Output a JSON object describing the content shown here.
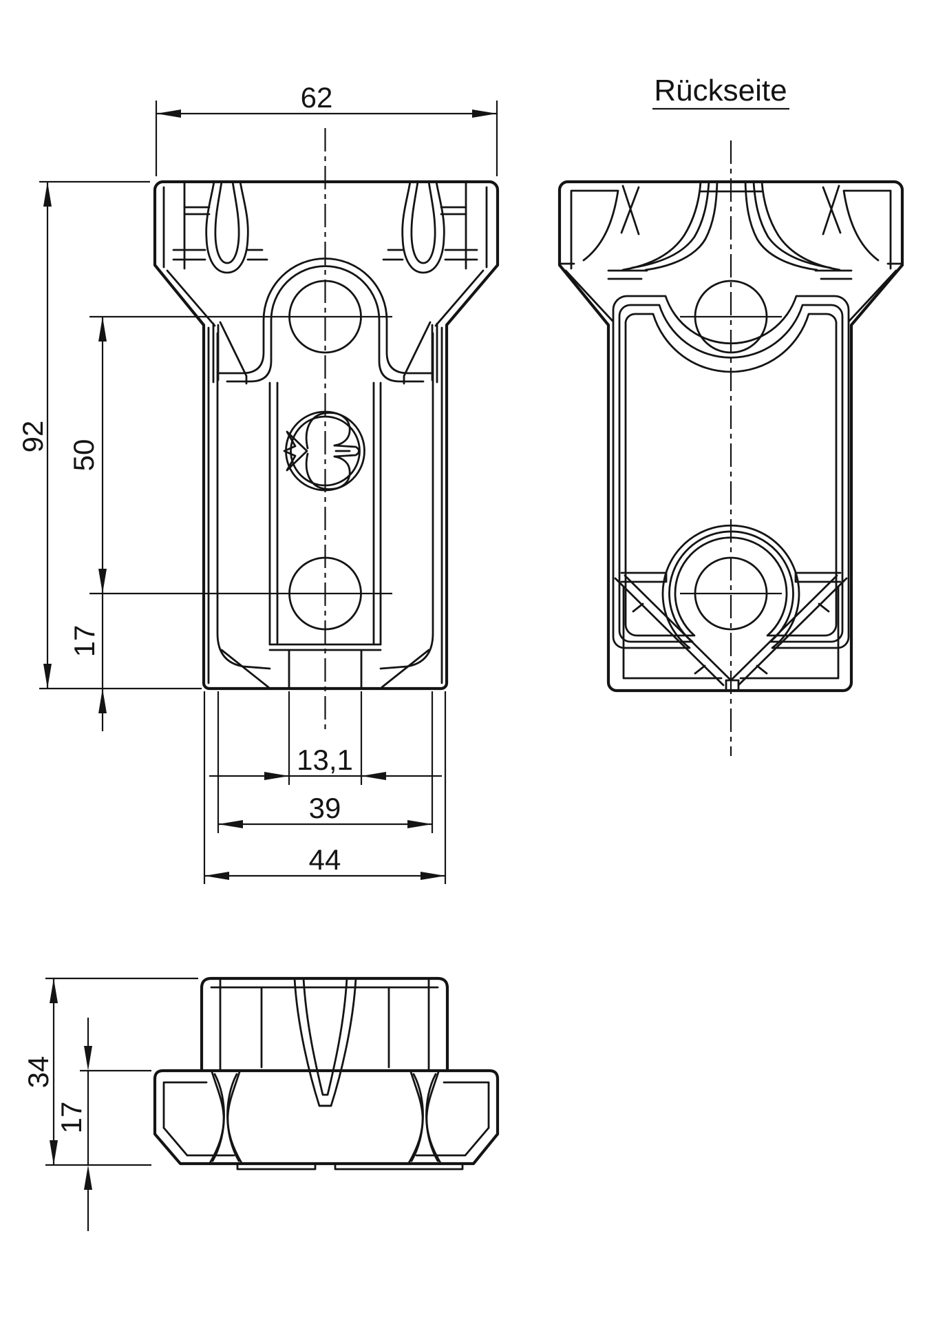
{
  "page": {
    "background": "#ffffff",
    "line_color": "#141414"
  },
  "views": {
    "back_label": "Rückseite"
  },
  "dimensions": {
    "flange_width": "62",
    "total_height": "92",
    "hole_spacing": "50",
    "hole_to_bottom": "17",
    "slot_width": "13,1",
    "inner_width": "39",
    "body_width": "44",
    "side_total_height": "34",
    "side_flange_height": "17"
  },
  "icons": {
    "logo": "bird-emblem-icon"
  }
}
